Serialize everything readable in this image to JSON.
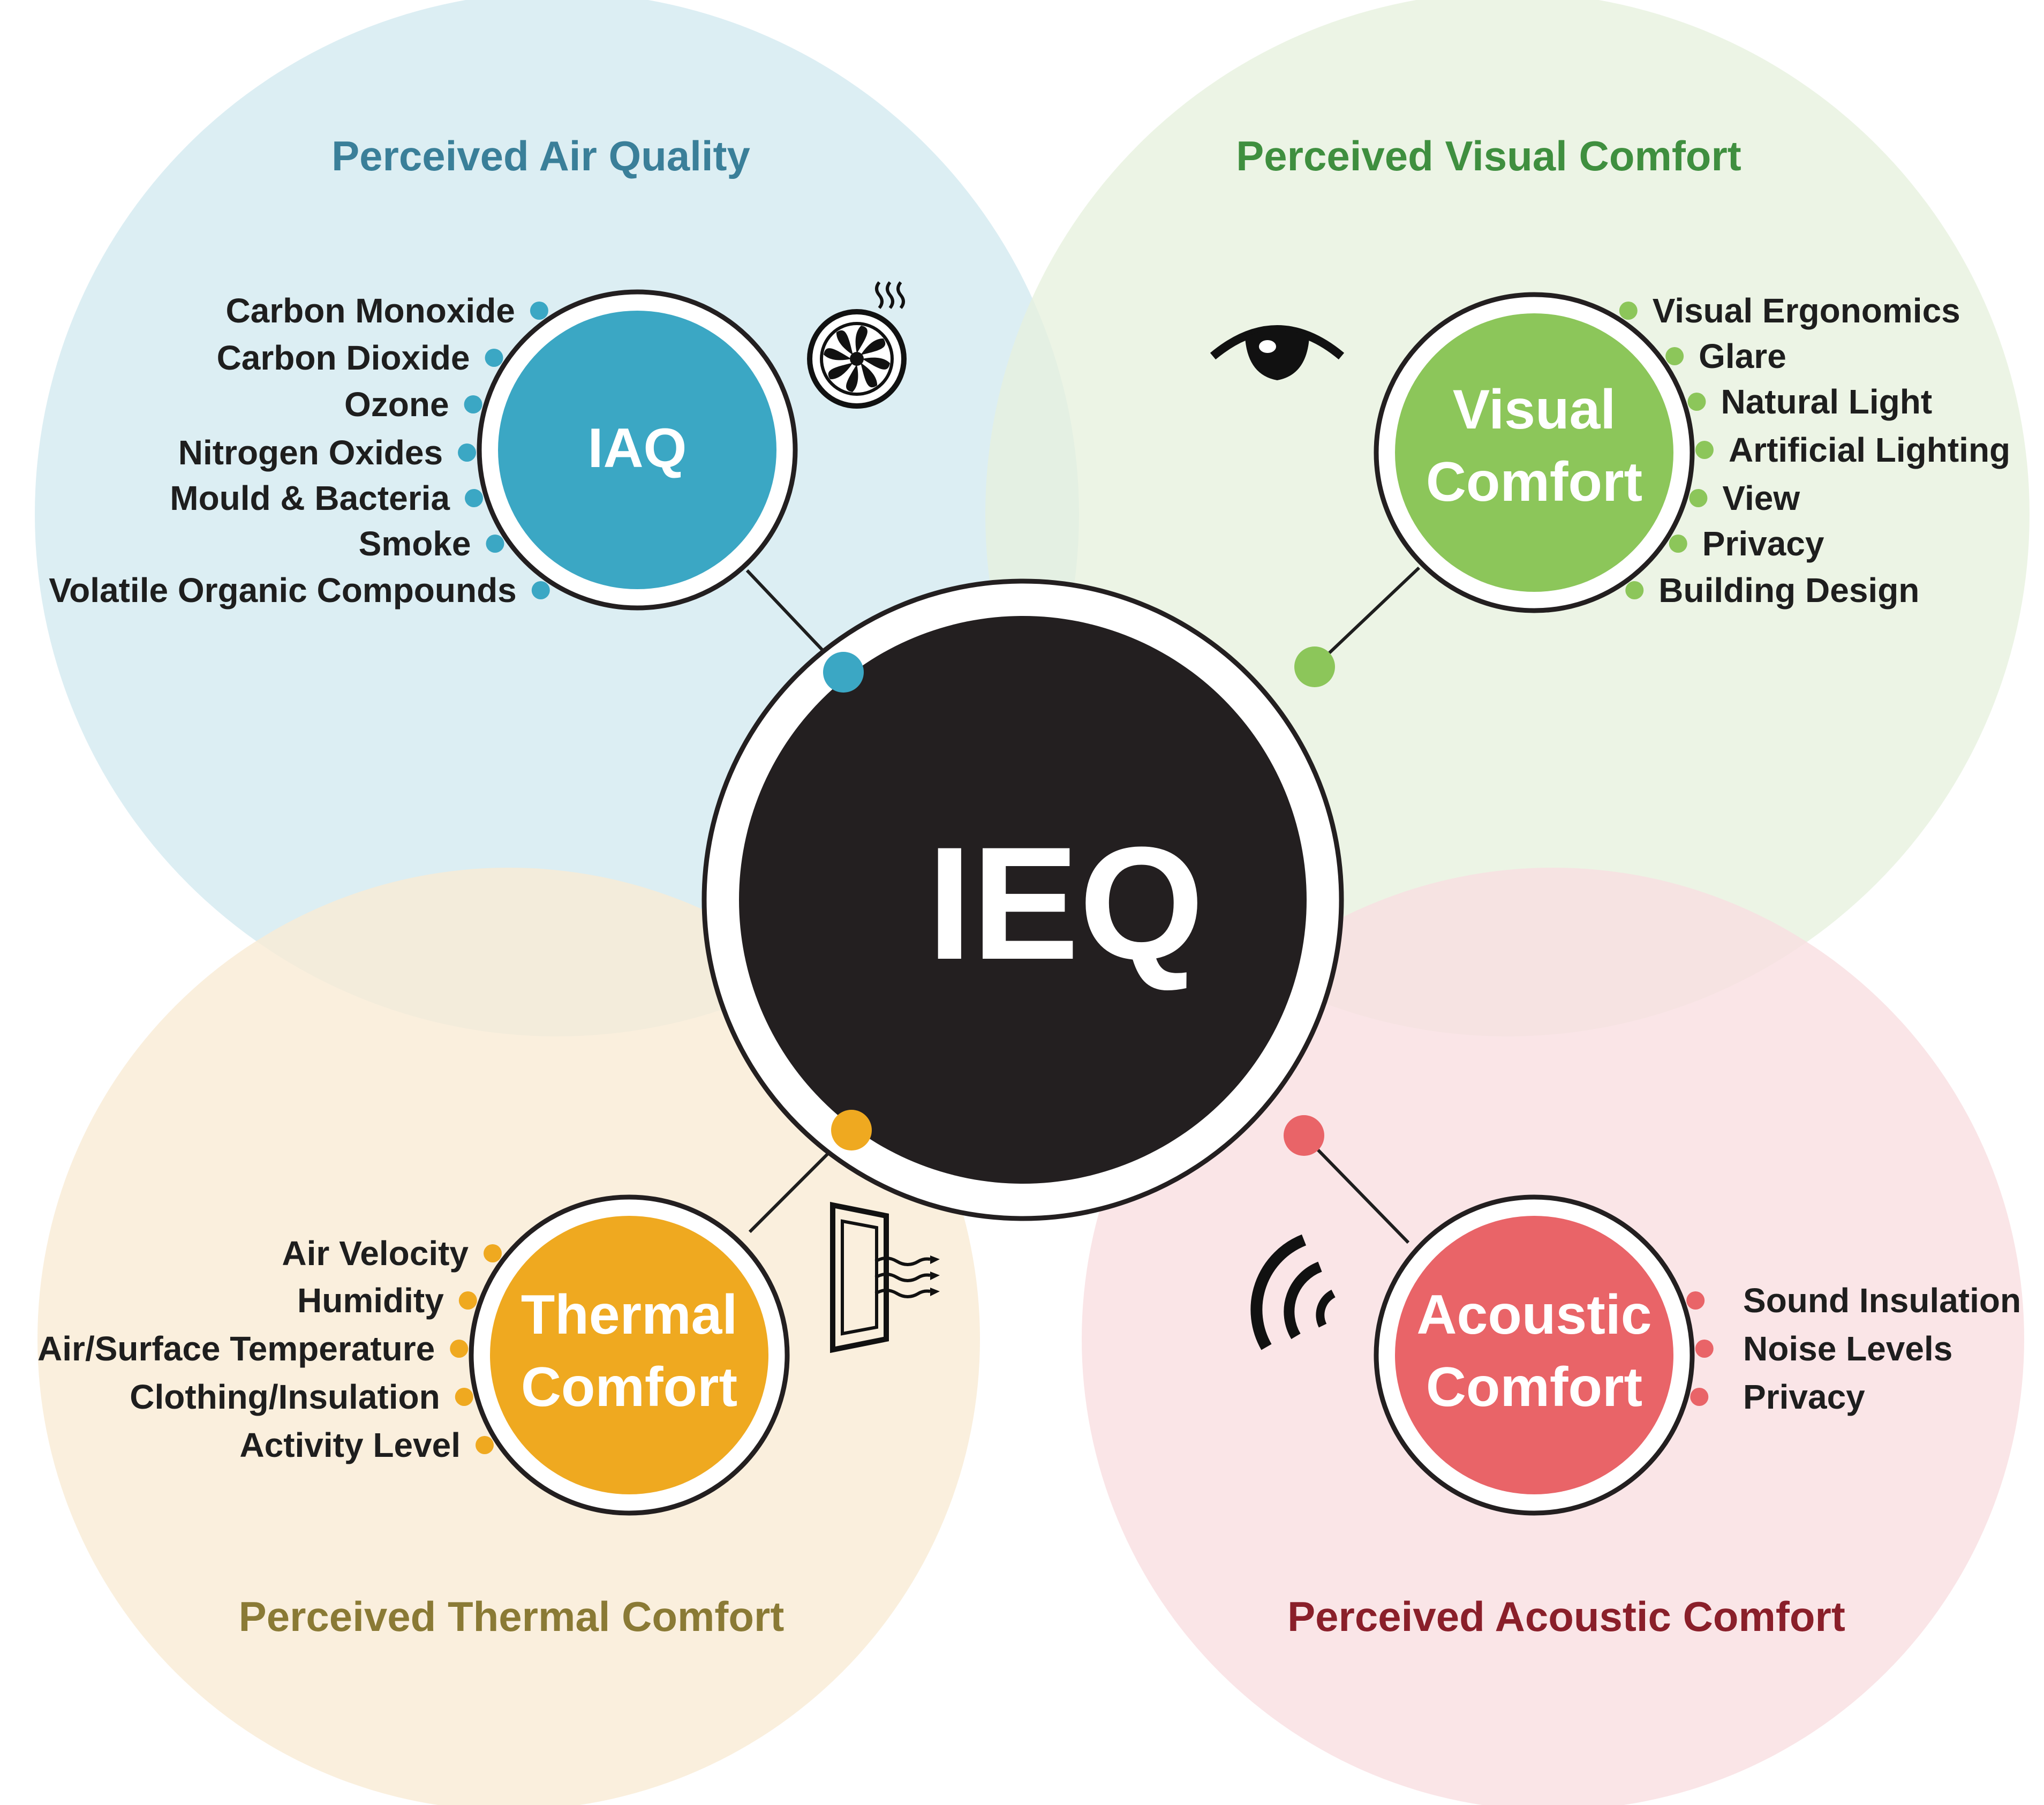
{
  "center": {
    "label": "IEQ",
    "color": "#231f20"
  },
  "quadrants": {
    "iaq": {
      "title": "Perceived Air Quality",
      "title_color": "#3a7f99",
      "node_lines": [
        "IAQ"
      ],
      "color": "#3ba7c4",
      "background": "#d9edf2",
      "icon": "fan-icon",
      "factors": [
        "Carbon Monoxide",
        "Carbon Dioxide",
        "Ozone",
        "Nitrogen Oxides",
        "Mould & Bacteria",
        "Smoke",
        "Volatile Organic Compounds"
      ]
    },
    "visual": {
      "title": "Perceived Visual Comfort",
      "title_color": "#3f8f3f",
      "node_lines": [
        "Visual",
        "Comfort"
      ],
      "color": "#8cc65a",
      "background": "#e7f1de",
      "icon": "eye-icon",
      "factors": [
        "Visual Ergonomics",
        "Glare",
        "Natural Light",
        "Artificial Lighting",
        "View",
        "Privacy",
        "Building Design"
      ]
    },
    "thermal": {
      "title": "Perceived Thermal Comfort",
      "title_color": "#8a7a35",
      "node_lines": [
        "Thermal",
        "Comfort"
      ],
      "color": "#efa920",
      "background": "#f9ebd5",
      "icon": "heat-radiator-icon",
      "factors": [
        "Air Velocity",
        "Humidity",
        "Air/Surface Temperature",
        "Clothing/Insulation",
        "Activity Level"
      ]
    },
    "acoustic": {
      "title": "Perceived Acoustic Comfort",
      "title_color": "#8a1f2a",
      "node_lines": [
        "Acoustic",
        "Comfort"
      ],
      "color": "#e96468",
      "background": "#f9dfe1",
      "icon": "sound-waves-icon",
      "factors": [
        "Sound Insulation",
        "Noise Levels",
        "Privacy"
      ]
    }
  }
}
